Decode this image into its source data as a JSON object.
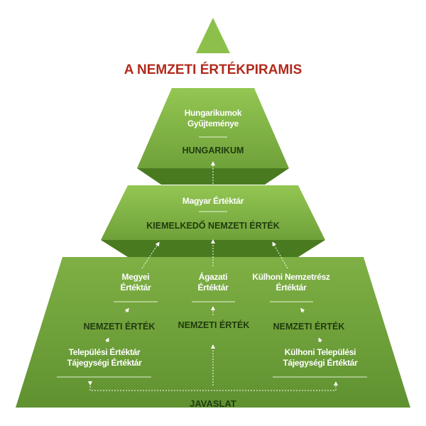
{
  "title": "A NEMZETI ÉRTÉKPIRAMIS",
  "colors": {
    "title": "#b22a1c",
    "green_light": "#8cbf4a",
    "green_dark": "#4f7d24",
    "text_dark": "#1f3a0d"
  },
  "tier1": {
    "repository_line1": "Hungarikumok",
    "repository_line2": "Gyűjteménye",
    "level": "HUNGARIKUM"
  },
  "tier2": {
    "repository": "Magyar Értéktár",
    "level": "KIEMELKEDŐ NEMZETI ÉRTÉK"
  },
  "tier3": {
    "left": {
      "repository_line1": "Megyei",
      "repository_line2": "Értéktár",
      "level": "NEMZETI ÉRTÉK",
      "local_line1": "Települési Értéktár",
      "local_line2": "Tájegységi Értéktár"
    },
    "center": {
      "repository_line1": "Ágazati",
      "repository_line2": "Értéktár",
      "level": "NEMZETI ÉRTÉK"
    },
    "right": {
      "repository_line1": "Külhoni Nemzetrész",
      "repository_line2": "Értéktár",
      "level": "NEMZETI ÉRTÉK",
      "local_line1": "Külhoni Települési",
      "local_line2": "Tájegységi Értéktár"
    },
    "base": "JAVASLAT"
  }
}
